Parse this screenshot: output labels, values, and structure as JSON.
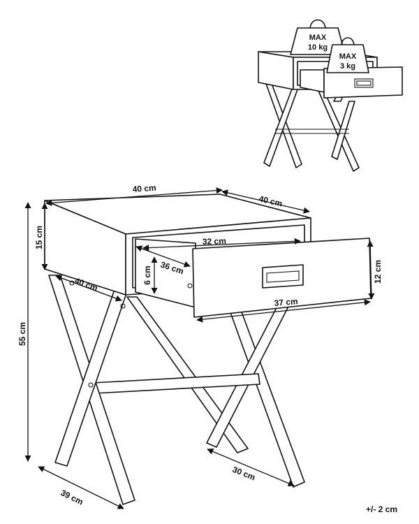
{
  "dimensions": {
    "width_top": "40 cm",
    "depth_top": "40 cm",
    "drawer_inner_width": "32 cm",
    "drawer_inner_depth": "36 cm",
    "drawer_inner_height": "6 cm",
    "drawer_front_width": "37 cm",
    "drawer_front_height": "12 cm",
    "cabinet_height": "15 cm",
    "side_depth": "40 cm",
    "total_height": "55 cm",
    "leg_span_front": "30 cm",
    "leg_span_side": "39 cm"
  },
  "load_limits": {
    "top_label": "MAX",
    "top_value": "10 kg",
    "drawer_label": "MAX",
    "drawer_value": "3 kg"
  },
  "tolerance": "+/- 2 cm"
}
